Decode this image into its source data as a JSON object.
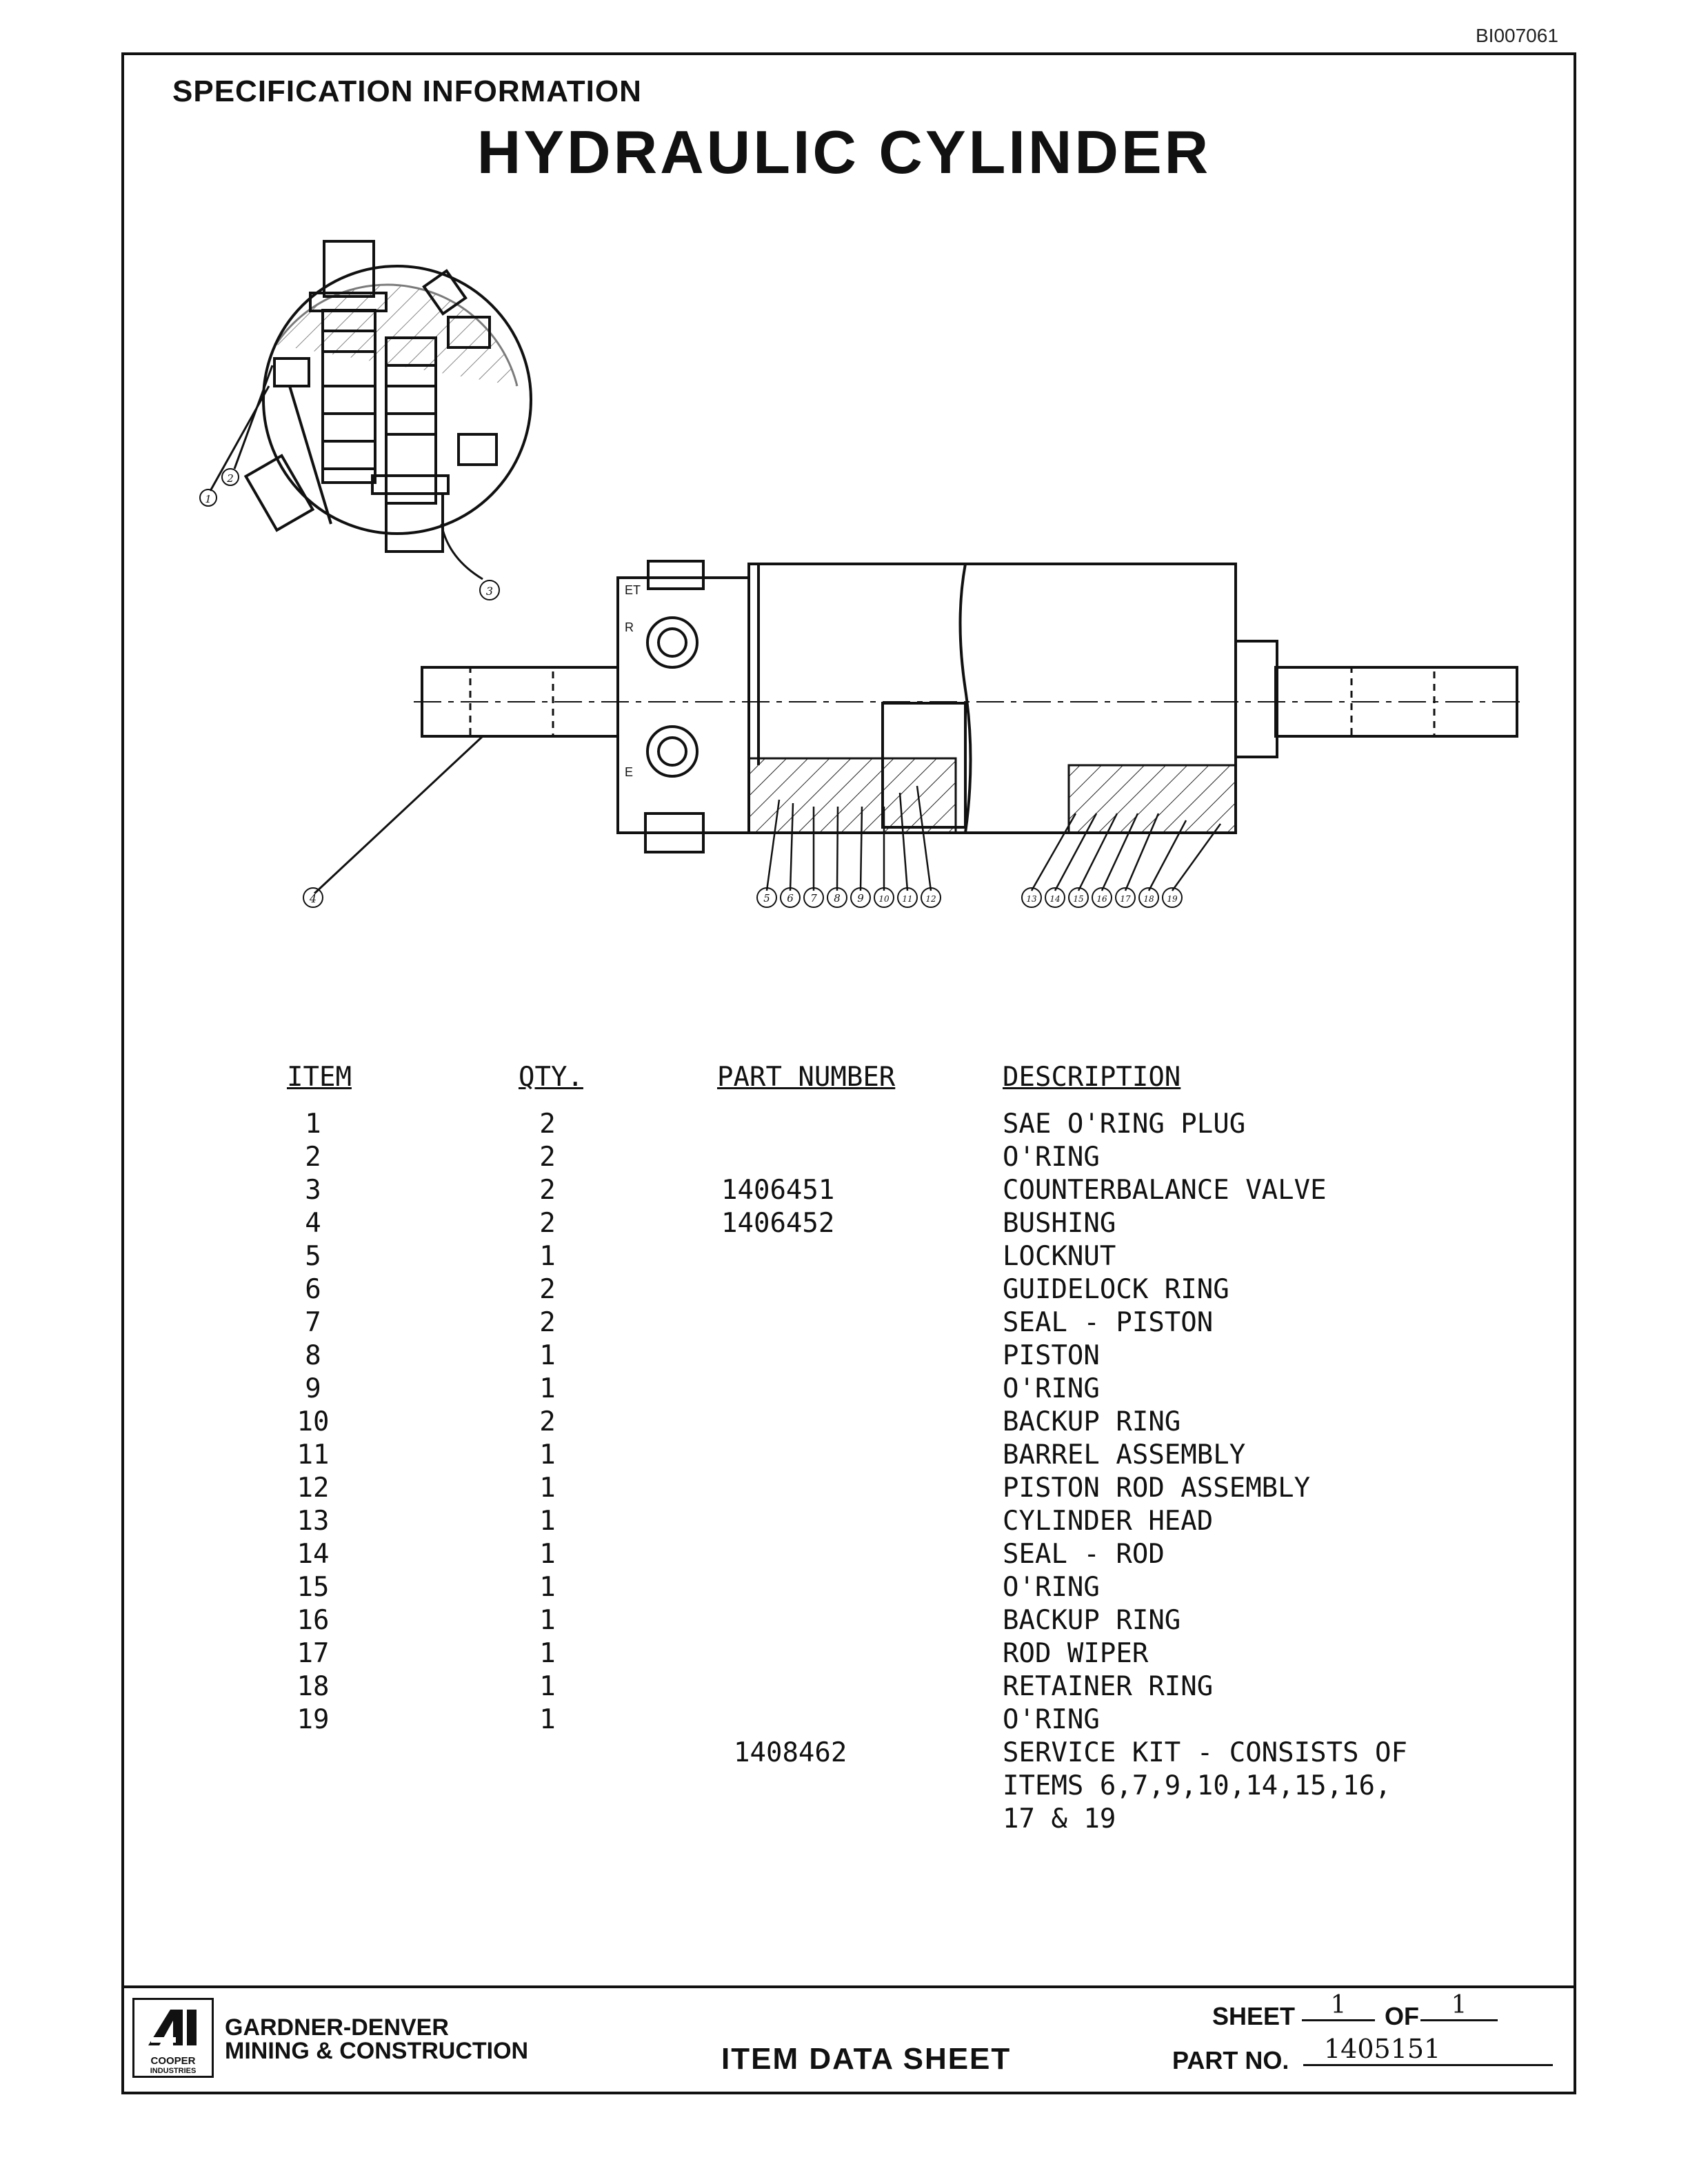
{
  "doc_id": "BI007061",
  "header": {
    "section": "SPECIFICATION INFORMATION",
    "title": "HYDRAULIC CYLINDER"
  },
  "drawing": {
    "callouts": [
      "1",
      "2",
      "3",
      "4",
      "5",
      "6",
      "7",
      "8",
      "9",
      "10",
      "11",
      "12",
      "13",
      "14",
      "15",
      "16",
      "17",
      "18",
      "19"
    ],
    "port_labels": [
      "ET",
      "R",
      "E"
    ]
  },
  "table": {
    "headers": {
      "item": "ITEM",
      "qty": "QTY.",
      "part_number": "PART NUMBER",
      "description": "DESCRIPTION"
    },
    "rows": [
      {
        "item": "1",
        "qty": "2",
        "part_number": "",
        "description": "SAE O'RING PLUG"
      },
      {
        "item": "2",
        "qty": "2",
        "part_number": "",
        "description": "O'RING"
      },
      {
        "item": "3",
        "qty": "2",
        "part_number": "1406451",
        "description": "COUNTERBALANCE VALVE"
      },
      {
        "item": "4",
        "qty": "2",
        "part_number": "1406452",
        "description": "BUSHING"
      },
      {
        "item": "5",
        "qty": "1",
        "part_number": "",
        "description": "LOCKNUT"
      },
      {
        "item": "6",
        "qty": "2",
        "part_number": "",
        "description": "GUIDELOCK RING"
      },
      {
        "item": "7",
        "qty": "2",
        "part_number": "",
        "description": "SEAL - PISTON"
      },
      {
        "item": "8",
        "qty": "1",
        "part_number": "",
        "description": "PISTON"
      },
      {
        "item": "9",
        "qty": "1",
        "part_number": "",
        "description": "O'RING"
      },
      {
        "item": "10",
        "qty": "2",
        "part_number": "",
        "description": "BACKUP RING"
      },
      {
        "item": "11",
        "qty": "1",
        "part_number": "",
        "description": "BARREL ASSEMBLY"
      },
      {
        "item": "12",
        "qty": "1",
        "part_number": "",
        "description": "PISTON ROD ASSEMBLY"
      },
      {
        "item": "13",
        "qty": "1",
        "part_number": "",
        "description": "CYLINDER HEAD"
      },
      {
        "item": "14",
        "qty": "1",
        "part_number": "",
        "description": "SEAL - ROD"
      },
      {
        "item": "15",
        "qty": "1",
        "part_number": "",
        "description": "O'RING"
      },
      {
        "item": "16",
        "qty": "1",
        "part_number": "",
        "description": "BACKUP RING"
      },
      {
        "item": "17",
        "qty": "1",
        "part_number": "",
        "description": "ROD WIPER"
      },
      {
        "item": "18",
        "qty": "1",
        "part_number": "",
        "description": "RETAINER RING"
      },
      {
        "item": "19",
        "qty": "1",
        "part_number": "",
        "description": "O'RING"
      }
    ],
    "service_kit": {
      "part_number": "1408462",
      "line1": "SERVICE KIT - CONSISTS OF",
      "line2": "ITEMS 6,7,9,10,14,15,16,",
      "line3": "17 & 19"
    }
  },
  "footer": {
    "logo_text_1": "COOPER",
    "logo_text_2": "INDUSTRIES",
    "company_line1": "GARDNER-DENVER",
    "company_line2": "MINING & CONSTRUCTION",
    "doc_type": "ITEM DATA SHEET",
    "sheet_label": "SHEET",
    "sheet_value": "1",
    "of_label": "OF",
    "of_value": "1",
    "part_no_label": "PART NO.",
    "part_no_value": "1405151"
  }
}
